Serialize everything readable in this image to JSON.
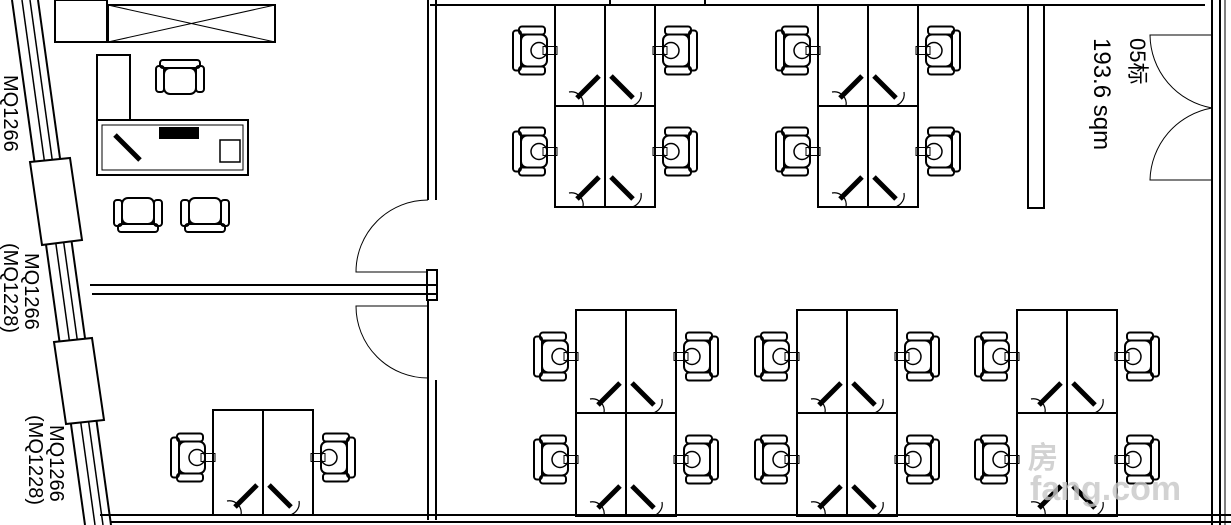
{
  "room": {
    "label": "05标",
    "area": "193.6 sqm"
  },
  "windows": [
    {
      "label": "MQ1266",
      "sub": ""
    },
    {
      "label": "MQ1266",
      "sub": "(MQ1228)"
    },
    {
      "label": "MQ1266",
      "sub": "(MQ1228)"
    }
  ],
  "watermark": {
    "cn": "房",
    "text": "fang.com"
  }
}
